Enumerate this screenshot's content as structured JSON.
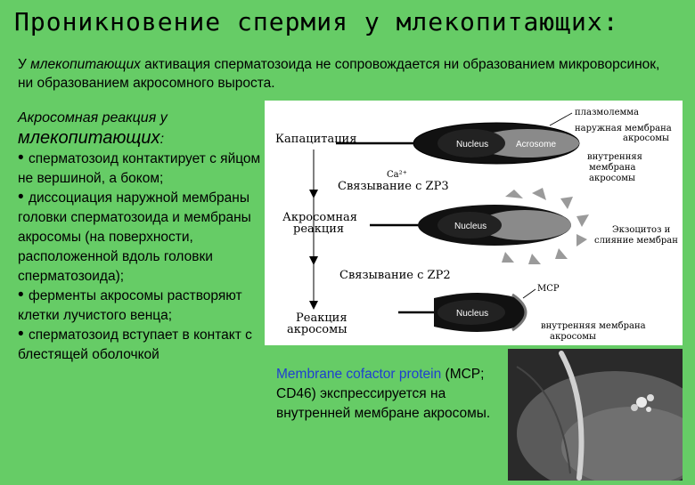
{
  "title": "Проникновение спермия у млекопитающих:",
  "intro": {
    "prefix": "У ",
    "italic": "млекопитающих",
    "rest": " активация сперматозоида не сопровождается ни образованием микроворсинок, ни образованием акросомного выроста."
  },
  "left": {
    "heading_small": "Акросомная реакция у",
    "heading_big": "млекопитающих",
    "heading_colon": ":",
    "bullets": [
      "сперматозоид контактирует с яйцом не вершиной, а боком;",
      "диссоциация наружной мембраны головки сперматозоида и мембраны акросомы (на поверхности, расположенной вдоль головки сперматозоида);",
      "ферменты акросомы растворяют клетки лучистого венца;",
      "сперматозоид вступает в контакт с блестящей оболочкой"
    ]
  },
  "diagram": {
    "stage1": "Капацитация",
    "ca": "Ca²⁺",
    "bind_zp3": "Связывание с ZP3",
    "acro_reaction_1": "Акросомная",
    "acro_reaction_2": "реакция",
    "bind_zp2": "Связывание с ZP2",
    "reaction_1": "Реакция",
    "reaction_2": "акросомы",
    "nucleus": "Nucleus",
    "acrosome": "Acrosome",
    "label_plasma": "плазмолемма",
    "label_outer_1": "наружная мембрана",
    "label_outer_2": "акросомы",
    "label_inner_1": "внутренняя",
    "label_inner_2": "мембрана",
    "label_inner_3": "акросомы",
    "label_exo_1": "Экзоцитоз и",
    "label_exo_2": "слияние мембран",
    "label_mcp": "MCP",
    "label_inner_full_1": "внутренняя мембрана",
    "label_inner_full_2": "акросомы"
  },
  "mcp": {
    "blue": "Membrane cofactor protein",
    "rest": " (MCP; CD46) экспрессируется на внутренней мембране акросомы."
  }
}
